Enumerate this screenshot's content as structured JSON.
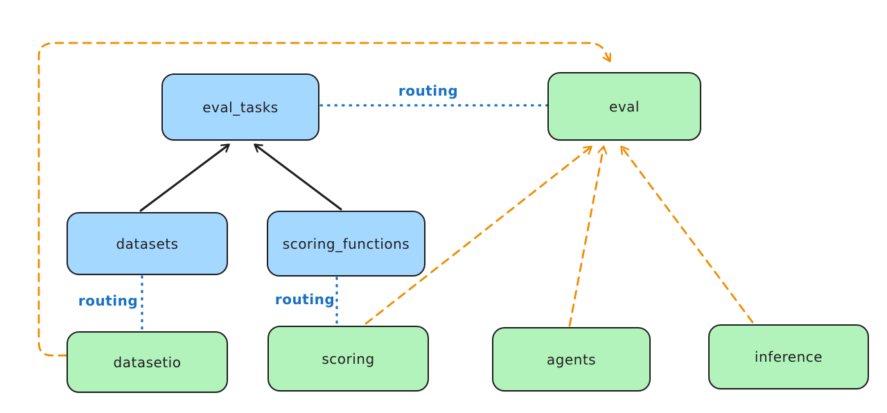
{
  "colors": {
    "node_blue_fill": "#a5d8ff",
    "node_green_fill": "#b2f2bb",
    "stroke_dark": "#1e1e1e",
    "routing_blue": "#1971c2",
    "orange_dashed": "#f08c00",
    "background": "#ffffff"
  },
  "diagram": {
    "nodes": [
      {
        "id": "eval_tasks",
        "label": "eval_tasks",
        "fill": "#a5d8ff"
      },
      {
        "id": "eval",
        "label": "eval",
        "fill": "#b2f2bb"
      },
      {
        "id": "datasets",
        "label": "datasets",
        "fill": "#a5d8ff"
      },
      {
        "id": "scoring_functions",
        "label": "scoring_functions",
        "fill": "#a5d8ff"
      },
      {
        "id": "datasetio",
        "label": "datasetio",
        "fill": "#b2f2bb"
      },
      {
        "id": "scoring",
        "label": "scoring",
        "fill": "#b2f2bb"
      },
      {
        "id": "agents",
        "label": "agents",
        "fill": "#b2f2bb"
      },
      {
        "id": "inference",
        "label": "inference",
        "fill": "#b2f2bb"
      }
    ],
    "edges": [
      {
        "from": "eval_tasks",
        "to": "eval",
        "style": "dotted",
        "color": "#1971c2",
        "label": "routing",
        "arrowhead": "none"
      },
      {
        "from": "datasets",
        "to": "eval_tasks",
        "style": "solid",
        "color": "#1e1e1e",
        "label": "",
        "arrowhead": "end"
      },
      {
        "from": "scoring_functions",
        "to": "eval_tasks",
        "style": "solid",
        "color": "#1e1e1e",
        "label": "",
        "arrowhead": "end"
      },
      {
        "from": "datasets",
        "to": "datasetio",
        "style": "dotted",
        "color": "#1971c2",
        "label": "routing",
        "arrowhead": "none"
      },
      {
        "from": "scoring_functions",
        "to": "scoring",
        "style": "dotted",
        "color": "#1971c2",
        "label": "routing",
        "arrowhead": "none"
      },
      {
        "from": "datasetio",
        "to": "eval",
        "style": "dashed",
        "color": "#f08c00",
        "label": "",
        "arrowhead": "end"
      },
      {
        "from": "scoring",
        "to": "eval",
        "style": "dashed",
        "color": "#f08c00",
        "label": "",
        "arrowhead": "end"
      },
      {
        "from": "agents",
        "to": "eval",
        "style": "dashed",
        "color": "#f08c00",
        "label": "",
        "arrowhead": "end"
      },
      {
        "from": "inference",
        "to": "eval",
        "style": "dashed",
        "color": "#f08c00",
        "label": "",
        "arrowhead": "end"
      }
    ]
  }
}
